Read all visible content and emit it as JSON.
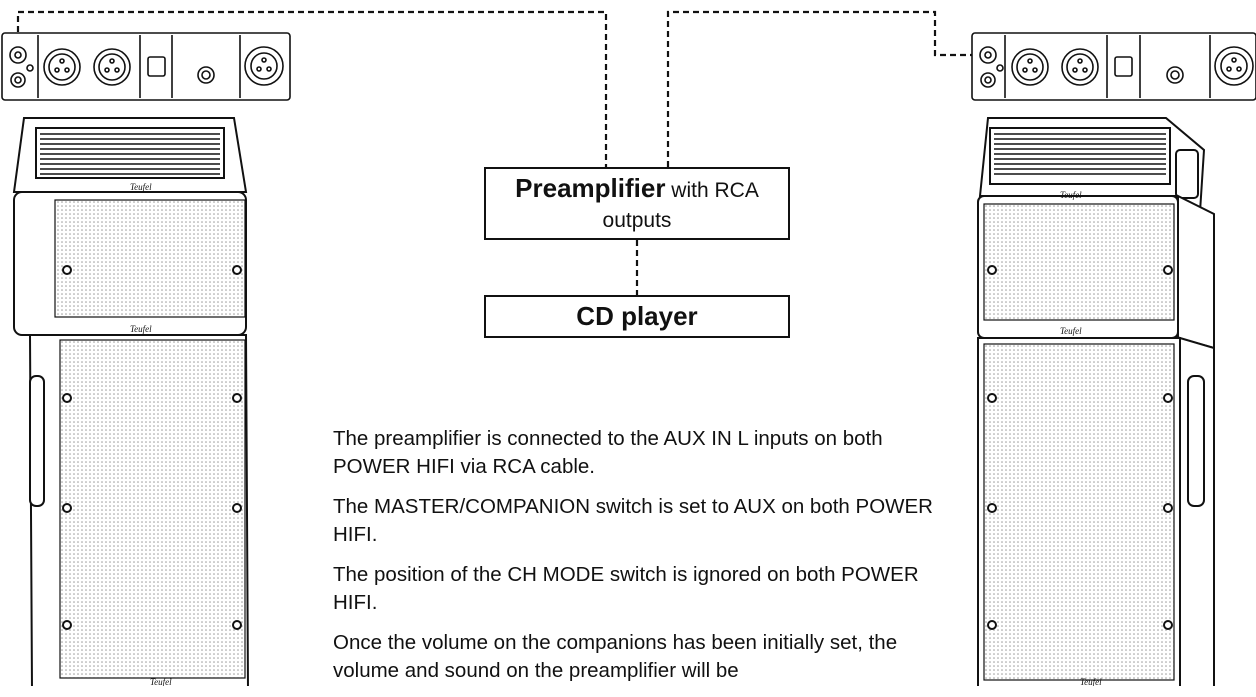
{
  "preamp": {
    "name": "Preamplifier",
    "suffix": " with RCA outputs"
  },
  "cd": {
    "label": "CD player"
  },
  "notes": [
    "The preamplifier is connected to the AUX IN L inputs on both POWER HIFI via RCA cable.",
    "The MASTER/COMPANION switch is set to AUX on both POWER HIFI.",
    "The position of the CH MODE switch is ignored on both POWER HIFI.",
    "Once the volume on the companions has been initially set, the volume and sound on the preamplifier will be"
  ],
  "brand": "Teufel",
  "colors": {
    "line": "#111111",
    "grille": "#9a9a9a",
    "background": "#ffffff"
  }
}
